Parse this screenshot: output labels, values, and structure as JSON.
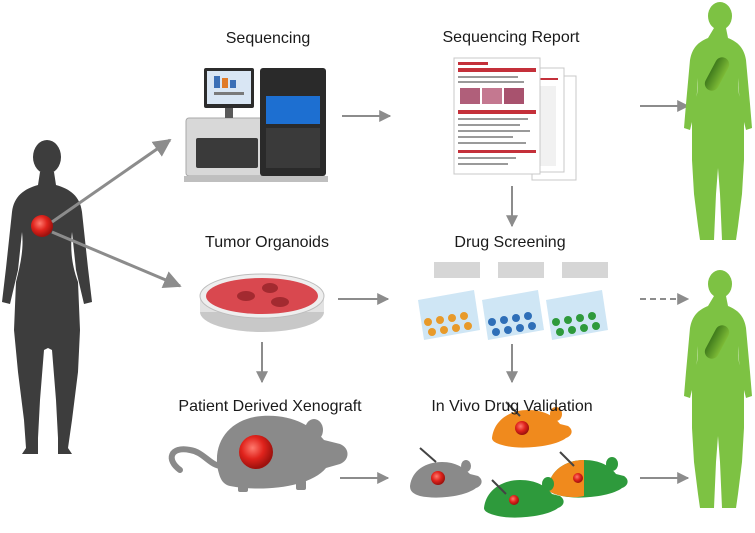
{
  "labels": {
    "sequencing": "Sequencing",
    "sequencing_report": "Sequencing Report",
    "tumor_organoids": "Tumor Organoids",
    "drug_screening": "Drug Screening",
    "pdx": "Patient Derived Xenograft",
    "in_vivo": "In Vivo Drug Validation"
  },
  "colors": {
    "silhouette": "#3d3d3d",
    "tumor_red": "#e0231c",
    "treated_green": "#7dc243",
    "arrow_gray": "#8c8c8c",
    "mouse_gray": "#8a8a8a",
    "mouse_orange": "#f08a1d",
    "mouse_green": "#2e9a3c",
    "dish_red": "#d9484f"
  },
  "icons": [
    "patient-silhouette",
    "sequencer-machine",
    "report-document",
    "petri-dish",
    "well-plates",
    "mouse",
    "pill",
    "syringe"
  ]
}
